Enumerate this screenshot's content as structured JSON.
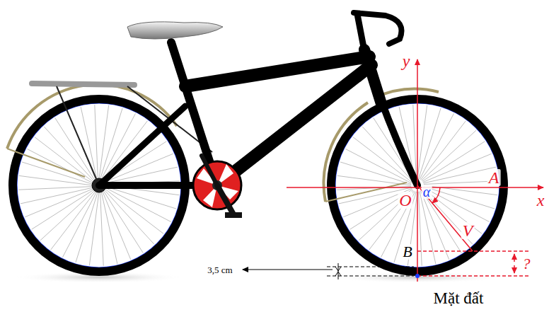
{
  "diagram": {
    "labels": [
      "y",
      "x",
      "A",
      "O",
      "α",
      "V",
      "B",
      "?",
      "3,5 cm",
      "Mặt đất"
    ]
  }
}
